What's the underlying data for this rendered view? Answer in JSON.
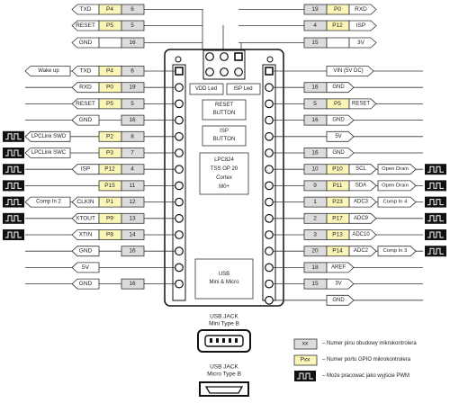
{
  "top_header": {
    "left": [
      {
        "signal": "TXD",
        "port": "P4",
        "pin": "6"
      },
      {
        "signal": "RESET",
        "port": "P5",
        "pin": "5"
      },
      {
        "signal": "GND",
        "port": "",
        "pin": "16"
      }
    ],
    "right": [
      {
        "pin": "19",
        "port": "P0",
        "signal": "RXD"
      },
      {
        "pin": "4",
        "port": "P12",
        "signal": "ISP"
      },
      {
        "pin": "15",
        "port": "",
        "signal": "3V"
      }
    ]
  },
  "left_pins": [
    {
      "ext": "Wake up",
      "signal": "TXD",
      "port": "P4",
      "pin": "6",
      "pwm": false
    },
    {
      "ext": "",
      "signal": "RXD",
      "port": "P0",
      "pin": "19",
      "pwm": false
    },
    {
      "ext": "",
      "signal": "RESET",
      "port": "P5",
      "pin": "5",
      "pwm": false
    },
    {
      "ext": "",
      "signal": "GND",
      "port": "",
      "pin": "16",
      "pwm": false
    },
    {
      "ext": "LPCLink SWD",
      "signal": "",
      "port": "P2",
      "pin": "8",
      "pwm": true
    },
    {
      "ext": "LPCLink SWC",
      "signal": "",
      "port": "P3",
      "pin": "7",
      "pwm": true
    },
    {
      "ext": "",
      "signal": "ISP",
      "port": "P12",
      "pin": "4",
      "pwm": true
    },
    {
      "ext": "",
      "signal": "",
      "port": "P15",
      "pin": "11",
      "pwm": true
    },
    {
      "ext": "Comp In 2",
      "signal": "CLKIN",
      "port": "P1",
      "pin": "12",
      "pwm": true
    },
    {
      "ext": "",
      "signal": "XTOUT",
      "port": "P9",
      "pin": "13",
      "pwm": true
    },
    {
      "ext": "",
      "signal": "XTIN",
      "port": "P8",
      "pin": "14",
      "pwm": true
    },
    {
      "ext": "",
      "signal": "GND",
      "port": "",
      "pin": "16",
      "pwm": false
    },
    {
      "ext": "",
      "signal": "5V",
      "port": "",
      "pin": "",
      "pwm": false
    },
    {
      "ext": "",
      "signal": "GND",
      "port": "",
      "pin": "16",
      "pwm": false
    }
  ],
  "right_pins": [
    {
      "pin": "",
      "port": "",
      "signal": "VIN (5V DC)",
      "ext": "",
      "pwm": false
    },
    {
      "pin": "16",
      "port": "",
      "signal": "GND",
      "ext": "",
      "pwm": false
    },
    {
      "pin": "5",
      "port": "P5",
      "signal": "RESET",
      "ext": "",
      "pwm": false
    },
    {
      "pin": "16",
      "port": "",
      "signal": "GND",
      "ext": "",
      "pwm": false
    },
    {
      "pin": "",
      "port": "",
      "signal": "5V",
      "ext": "",
      "pwm": false
    },
    {
      "pin": "16",
      "port": "",
      "signal": "GND",
      "ext": "",
      "pwm": false
    },
    {
      "pin": "10",
      "port": "P10",
      "signal": "SCL",
      "ext": "Open Drain",
      "pwm": true
    },
    {
      "pin": "9",
      "port": "P11",
      "signal": "SDA",
      "ext": "Open Drain",
      "pwm": true
    },
    {
      "pin": "1",
      "port": "P23",
      "signal": "ADC3",
      "ext": "Comp In 4",
      "pwm": true
    },
    {
      "pin": "2",
      "port": "P17",
      "signal": "ADC9",
      "ext": "",
      "pwm": true
    },
    {
      "pin": "3",
      "port": "P13",
      "signal": "ADC10",
      "ext": "",
      "pwm": true
    },
    {
      "pin": "20",
      "port": "P14",
      "signal": "ADC2",
      "ext": "Comp In 3",
      "pwm": true
    },
    {
      "pin": "18",
      "port": "",
      "signal": "AREF",
      "ext": "",
      "pwm": false
    },
    {
      "pin": "15",
      "port": "",
      "signal": "3V",
      "ext": "",
      "pwm": false
    },
    {
      "pin": "",
      "port": "",
      "signal": "GND",
      "ext": "",
      "pwm": false
    }
  ],
  "board": {
    "vdd_led": "VDD Led",
    "isp_led": "ISP Led",
    "reset_button": [
      "RESET",
      "BUTTON"
    ],
    "isp_button": [
      "ISP",
      "BUTTON"
    ],
    "chip": [
      "LPC824",
      "TSS OP 20",
      "Cortex",
      "M0+"
    ],
    "usb": [
      "USB",
      "Mini & Micro"
    ]
  },
  "jacks": {
    "mini": [
      "USB JACK",
      "Mini Type B"
    ],
    "micro": [
      "USB JACK",
      "Micro Type B"
    ]
  },
  "legend": {
    "xx_sample": "xx",
    "pxx_sample": "Pxx",
    "pin_desc": "– Numer pinu obudowy mikrokontrolera",
    "port_desc": "– Numer portu GPIO mikrokontrolera",
    "pwm_desc": "– Może pracować jako wyjście PWM"
  },
  "colors": {
    "port_fill": "#fbf6b8",
    "pin_fill": "#dcdcdc",
    "line": "#333333"
  }
}
